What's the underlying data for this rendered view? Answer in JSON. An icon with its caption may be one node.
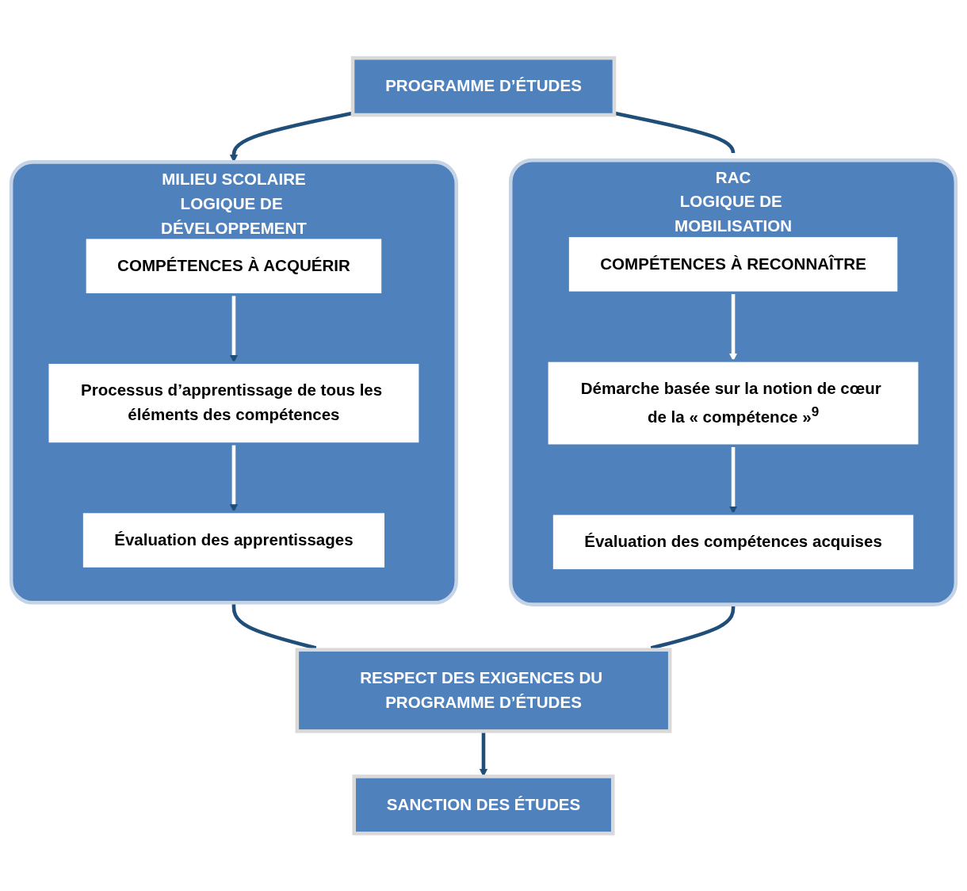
{
  "diagram": {
    "nodes": [
      {
        "text": [
          "PROGRAMME D’ÉTUDES"
        ]
      },
      {
        "text": [
          "MILIEU SCOLAIRE",
          "LOGIQUE DE DÉVELOPPEMENT"
        ]
      },
      {
        "text": [
          "COMPÉTENCES À ACQUÉRIR"
        ],
        "in": 1
      },
      {
        "text": [
          "Processus d’apprentissage de tous les éléments des compétences"
        ],
        "in": 1
      },
      {
        "text": [
          "Évaluation des apprentissages"
        ],
        "in": 1
      },
      {
        "text": [
          "RAC",
          "LOGIQUE DE MOBILISATION"
        ]
      },
      {
        "text": [
          "COMPÉTENCES À RECONNAÎTRE"
        ],
        "in": 5
      },
      {
        "text": [
          "Démarche basée sur la notion de cœur de la « compétence »$^{9}$"
        ],
        "in": 5
      },
      {
        "text": [
          "Évaluation des compétences acquises"
        ],
        "in": 5
      },
      {
        "text": [
          "RESPECT DES EXIGENCES DU PROGRAMME D’ÉTUDES"
        ]
      },
      {
        "text": [
          "SANCTION DES ÉTUDES"
        ]
      }
    ],
    "edges": [
      {
        "from": 0,
        "to": 1,
        "arrow": "to"
      },
      {
        "from": 0,
        "to": 5,
        "arrow": "to"
      },
      {
        "from": 2,
        "to": 3,
        "arrow": "to",
        "color": "#ffffff"
      },
      {
        "from": 3,
        "to": 4,
        "arrow": "to",
        "color": "#ffffff"
      },
      {
        "from": 6,
        "to": 7,
        "arrow": "to",
        "color": "#ffffff"
      },
      {
        "from": 7,
        "to": 8,
        "arrow": "to",
        "color": "#ffffff"
      },
      {
        "from": 1,
        "to": 9,
        "arrow": "to"
      },
      {
        "from": 5,
        "to": 9,
        "arrow": "to"
      },
      {
        "from": 9,
        "to": 10,
        "arrow": "to"
      }
    ]
  }
}
